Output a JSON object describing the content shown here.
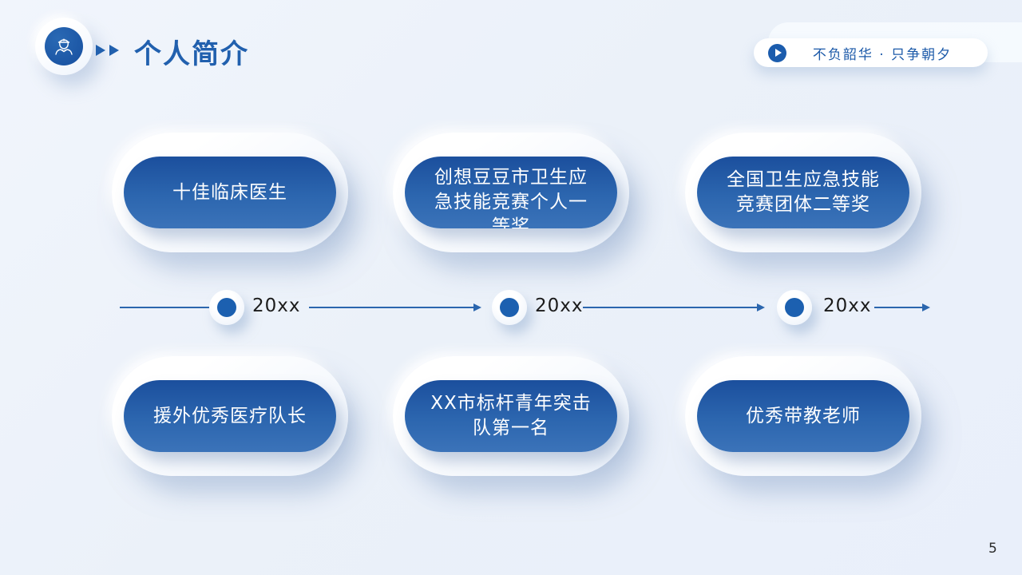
{
  "slide": {
    "page_number": "5"
  },
  "header": {
    "title": "个人简介",
    "badge": {
      "text": "不负韶华 · 只争朝夕"
    }
  },
  "awards_top": [
    "十佳临床医生",
    "创想豆豆市卫生应急技能竞赛个人一等奖",
    "全国卫生应急技能竞赛团体二等奖"
  ],
  "awards_bottom": [
    "援外优秀医疗队长",
    "XX市标杆青年突击队第一名",
    "优秀带教老师"
  ],
  "timeline": {
    "years": [
      "20xx",
      "20xx",
      "20xx"
    ]
  },
  "colors": {
    "accent": "#2160ae",
    "pill_gradient_top": "#1b4f9d",
    "pill_gradient_bottom": "#3b73b9",
    "timeline_line": "#2b66ae",
    "background": "#ebf1f9"
  },
  "icons": {
    "avatar": "nurse-icon",
    "title_marker": "double-chevron-icon",
    "badge": "play-icon"
  }
}
